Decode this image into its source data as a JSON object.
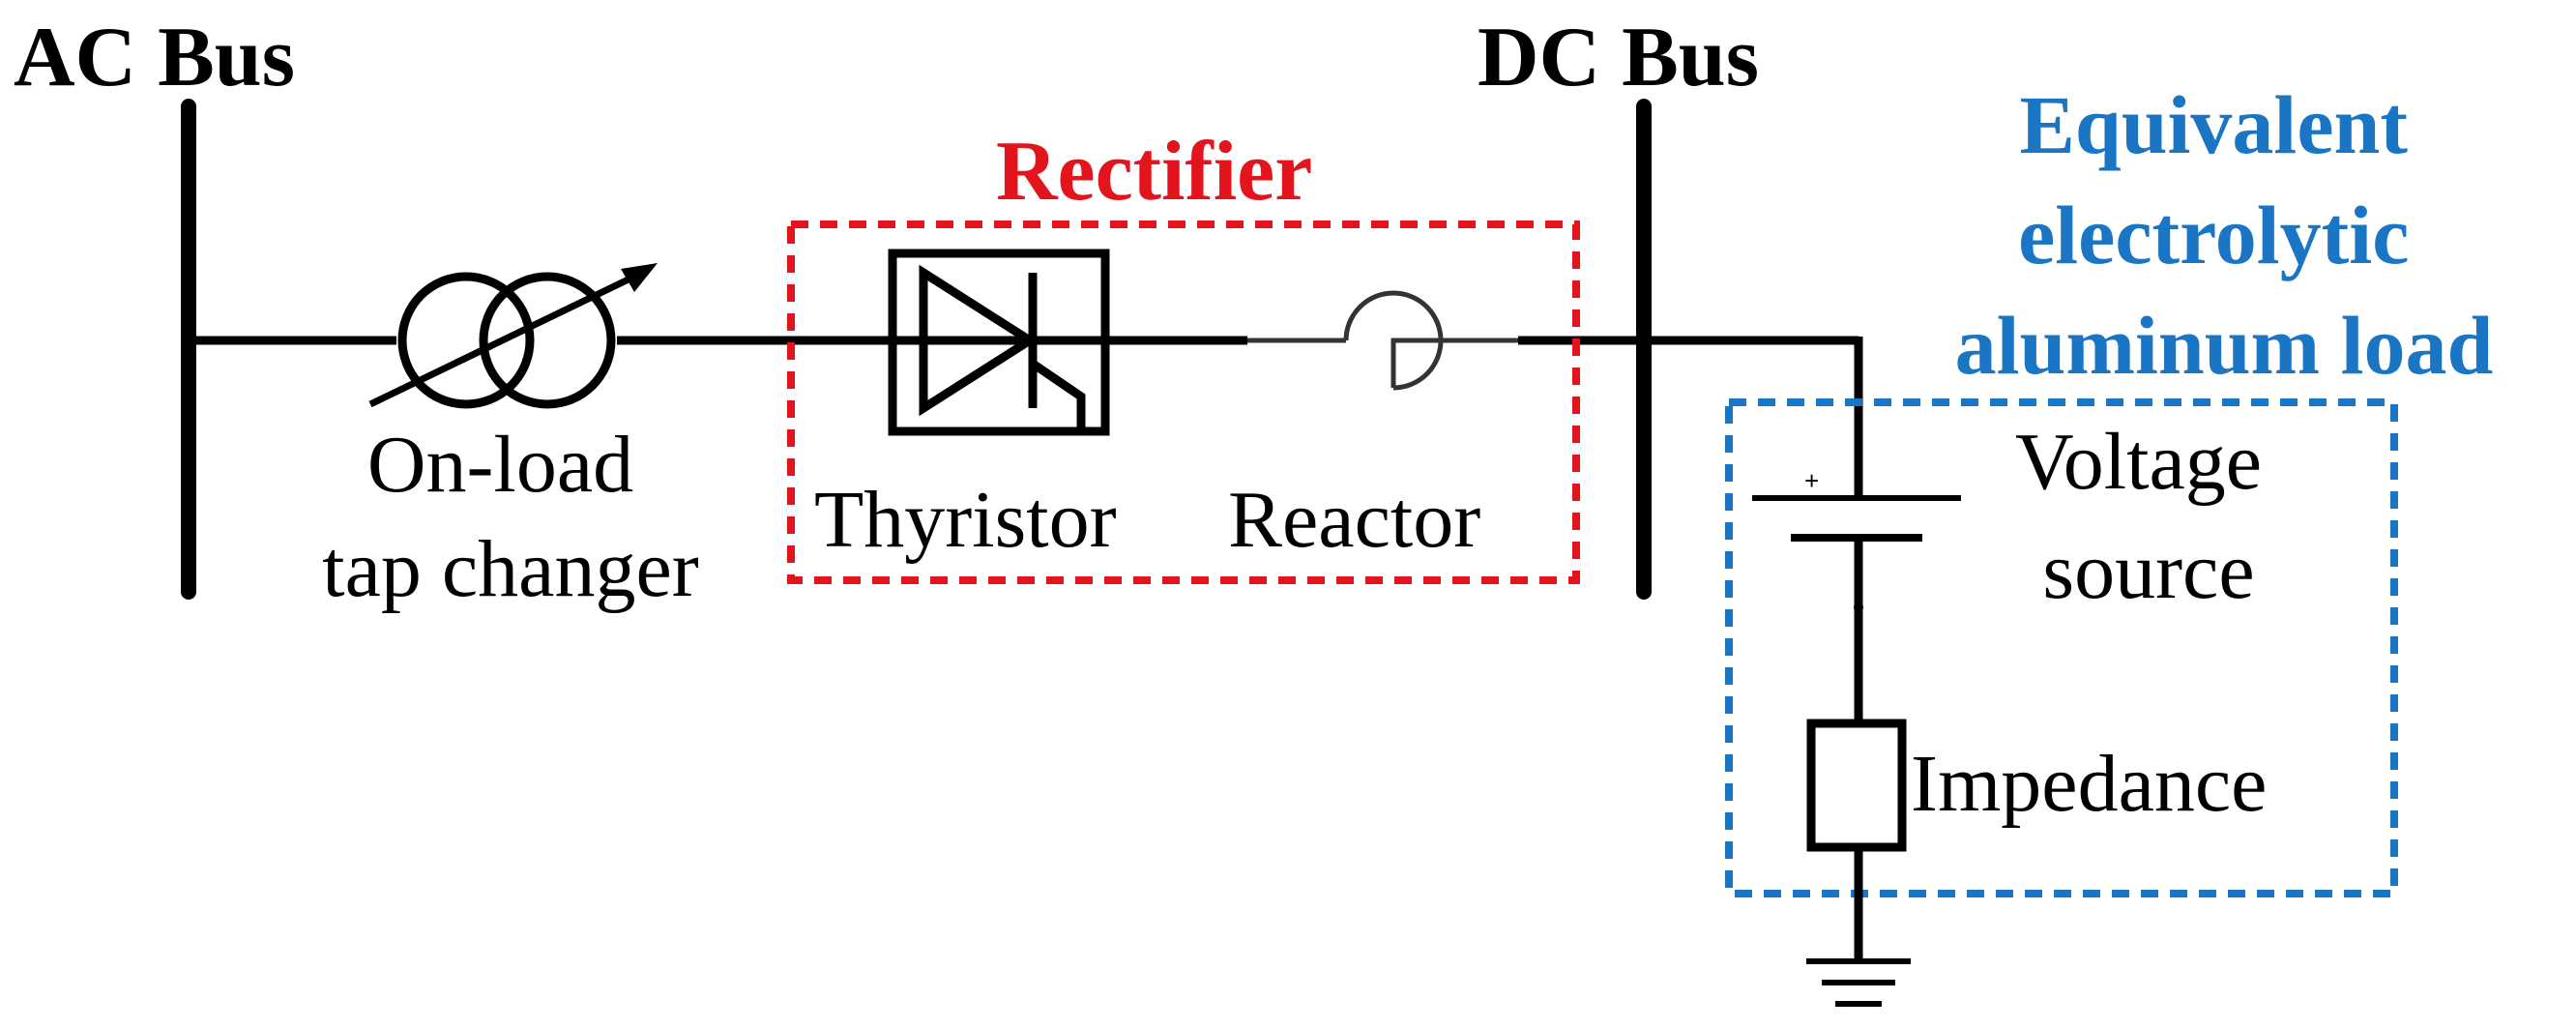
{
  "labels": {
    "ac_bus": "AC Bus",
    "dc_bus": "DC Bus",
    "rectifier": "Rectifier",
    "equivalent_load": [
      "Equivalent",
      "electrolytic",
      "aluminum load"
    ],
    "tap_changer": [
      "On-load",
      "tap changer"
    ],
    "thyristor": "Thyristor",
    "reactor": "Reactor",
    "voltage_source": [
      "Voltage",
      "source"
    ],
    "impedance": "Impedance",
    "plus_sign": "+"
  },
  "colors": {
    "line": "#000000",
    "rectifier_box": "#e3141b",
    "load_box": "#1a75c4"
  }
}
